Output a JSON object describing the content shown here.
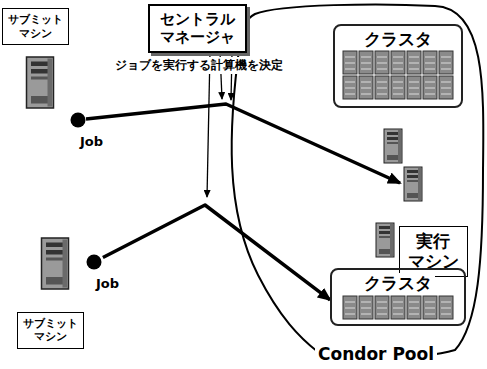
{
  "diagram": {
    "nodes": [
      {
        "text": [
          "サブミット マシン"
        ]
      },
      {
        "text": [
          "セントラル マネージャ"
        ]
      },
      {
        "text": [
          "Job"
        ]
      },
      {
        "text": [
          "Condor Pool"
        ]
      },
      {
        "text": [
          "クラスタ"
        ],
        "in": 3
      },
      {
        "text": [
          "実行 マシン"
        ],
        "in": 3
      },
      {
        "text": [
          "Job"
        ]
      },
      {
        "text": [
          "クラスタ"
        ],
        "in": 3
      },
      {
        "text": [
          "サブミット マシン"
        ]
      }
    ],
    "edges": [
      {
        "from": 6,
        "to": 7,
        "arrow": "to"
      }
    ],
    "labels": [
      "ジョブを実行する計算機を決定"
    ]
  }
}
